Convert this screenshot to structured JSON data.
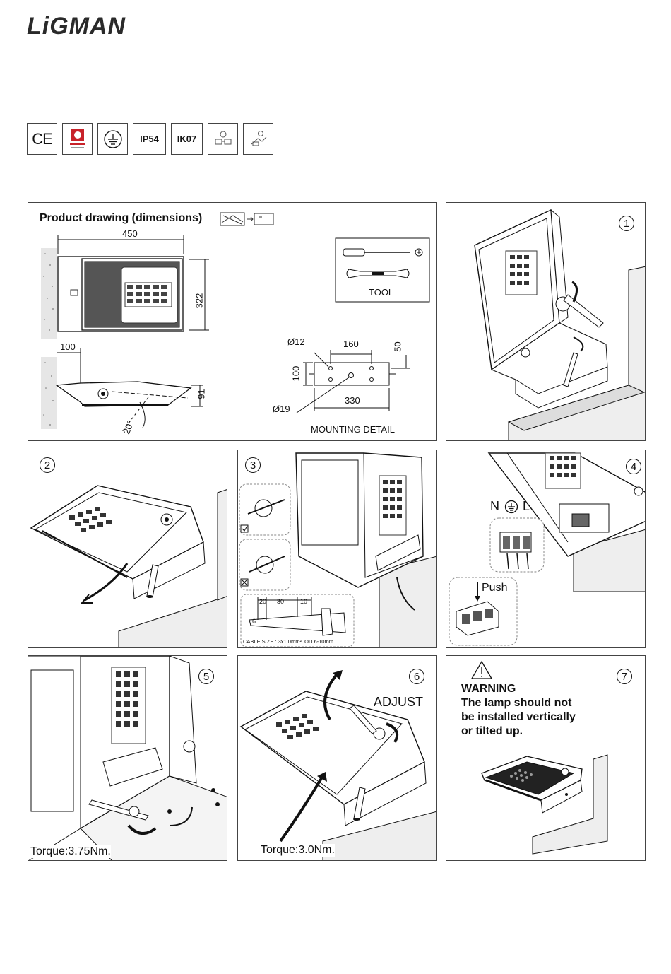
{
  "brand": {
    "logo_text": "LiGMAN"
  },
  "certifications": {
    "ce": "CE",
    "ip": "IP54",
    "ik": "IK07"
  },
  "product_drawing": {
    "title": "Product drawing (dimensions)",
    "width": "450",
    "height": "322",
    "offset": "100",
    "depth": "91",
    "angle": "20°",
    "tool_label": "TOOL",
    "mounting": {
      "hole_diameter_small": "Ø12",
      "hole_diameter_large": "Ø19",
      "spacing_top": "160",
      "spacing_bottom": "330",
      "height": "100",
      "offset_right": "50",
      "caption": "MOUNTING DETAIL"
    }
  },
  "steps": {
    "s1": "1",
    "s2": "2",
    "s3": "3",
    "s4": "4",
    "s5": "5",
    "s6": "6",
    "s7": "7"
  },
  "step3": {
    "strip_20": "20",
    "strip_80": "80",
    "strip_10": "10",
    "strip_6": "6",
    "cable_size": "CABLE SIZE : 3x1.0mm². OD.6-10mm."
  },
  "step4": {
    "terminals": "N",
    "terminal_l": "L",
    "push": "Push"
  },
  "step5": {
    "torque": "Torque:3.75Nm."
  },
  "step6": {
    "adjust": "ADJUST",
    "torque": "Torque:3.0Nm."
  },
  "step7": {
    "warning_title": "WARNING",
    "warning_line1": "The lamp should not",
    "warning_line2": "be installed vertically",
    "warning_line3": "or tilted up."
  }
}
